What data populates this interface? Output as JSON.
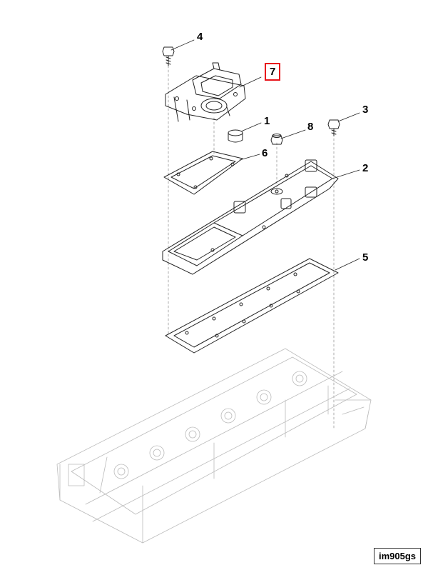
{
  "diagram": {
    "reference_code": "im905gs",
    "highlighted_callout": "7",
    "highlight_color": "#e8141b",
    "line_color": "#222222",
    "callouts": [
      {
        "id": "c4",
        "label": "4"
      },
      {
        "id": "c7",
        "label": "7"
      },
      {
        "id": "c1",
        "label": "1"
      },
      {
        "id": "c3",
        "label": "3"
      },
      {
        "id": "c8",
        "label": "8"
      },
      {
        "id": "c6",
        "label": "6"
      },
      {
        "id": "c2",
        "label": "2"
      },
      {
        "id": "c5",
        "label": "5"
      }
    ]
  }
}
